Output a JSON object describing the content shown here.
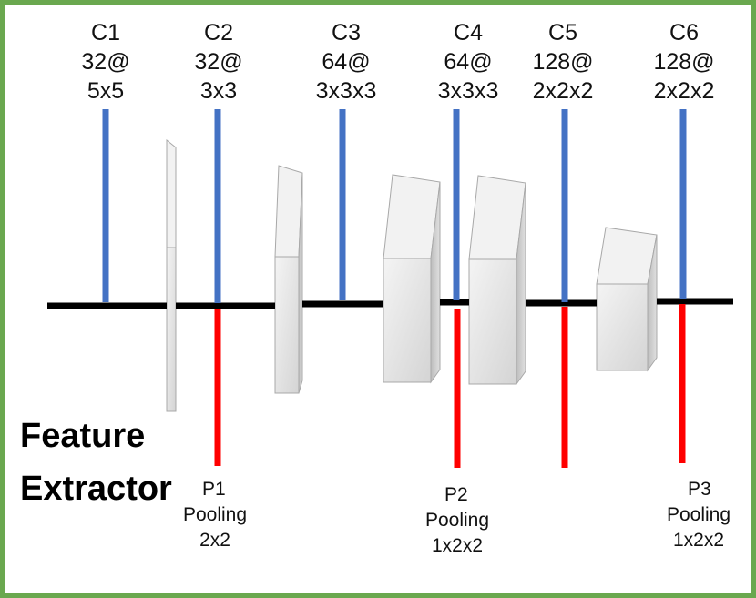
{
  "diagram": {
    "title_lines": [
      "Feature",
      "Extractor"
    ],
    "convs": [
      {
        "id": "C1",
        "filters": "32@",
        "kernel": "5x5"
      },
      {
        "id": "C2",
        "filters": "32@",
        "kernel": "3x3"
      },
      {
        "id": "C3",
        "filters": "64@",
        "kernel": "3x3x3"
      },
      {
        "id": "C4",
        "filters": "64@",
        "kernel": "3x3x3"
      },
      {
        "id": "C5",
        "filters": "128@",
        "kernel": "2x2x2"
      },
      {
        "id": "C6",
        "filters": "128@",
        "kernel": "2x2x2"
      }
    ],
    "pools": [
      {
        "id": "P1",
        "type": "Pooling",
        "size": "2x2"
      },
      {
        "id": "P2",
        "type": "Pooling",
        "size": "1x2x2"
      },
      {
        "id": "P3",
        "type": "Pooling",
        "size": "1x2x2"
      }
    ],
    "colors": {
      "frame": "#6aa84f",
      "conv_line": "#4472c4",
      "pool_line": "#ff0000",
      "spine": "#000000",
      "block_front": "#e2e2e2",
      "block_side": "#c6c6c6",
      "block_top": "#f2f2f2"
    }
  }
}
